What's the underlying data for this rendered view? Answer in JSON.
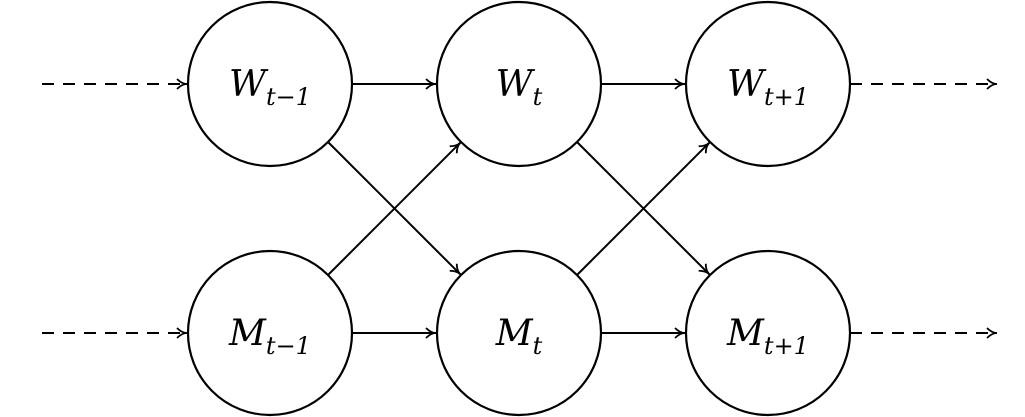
{
  "diagram": {
    "nodes": [
      {
        "id": "w-prev",
        "base": "W",
        "sub": "t−1"
      },
      {
        "id": "w-curr",
        "base": "W",
        "sub": "t"
      },
      {
        "id": "w-next",
        "base": "W",
        "sub": "t+1"
      },
      {
        "id": "m-prev",
        "base": "M",
        "sub": "t−1"
      },
      {
        "id": "m-curr",
        "base": "M",
        "sub": "t"
      },
      {
        "id": "m-next",
        "base": "M",
        "sub": "t+1"
      }
    ],
    "edges": [
      {
        "from": "in-w",
        "to": "w-prev",
        "style": "dashed"
      },
      {
        "from": "w-prev",
        "to": "w-curr",
        "style": "solid"
      },
      {
        "from": "w-curr",
        "to": "w-next",
        "style": "solid"
      },
      {
        "from": "w-next",
        "to": "out-w",
        "style": "dashed"
      },
      {
        "from": "in-m",
        "to": "m-prev",
        "style": "dashed"
      },
      {
        "from": "m-prev",
        "to": "m-curr",
        "style": "solid"
      },
      {
        "from": "m-curr",
        "to": "m-next",
        "style": "solid"
      },
      {
        "from": "m-next",
        "to": "out-m",
        "style": "dashed"
      },
      {
        "from": "w-prev",
        "to": "m-curr",
        "style": "solid"
      },
      {
        "from": "m-prev",
        "to": "w-curr",
        "style": "solid"
      },
      {
        "from": "w-curr",
        "to": "m-next",
        "style": "solid"
      },
      {
        "from": "m-curr",
        "to": "w-next",
        "style": "solid"
      }
    ]
  }
}
